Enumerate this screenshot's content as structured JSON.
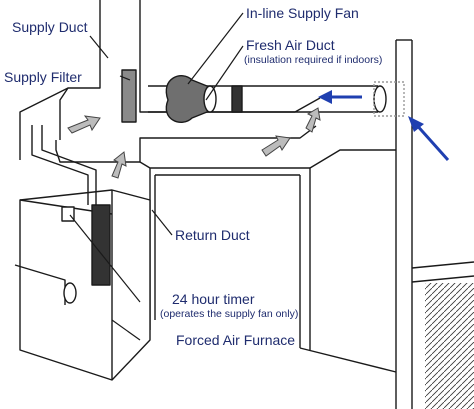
{
  "labels": {
    "supply_duct": "Supply Duct",
    "supply_filter": "Supply Filter",
    "inline_fan": "In-line Supply Fan",
    "fresh_air_duct": "Fresh Air Duct",
    "fresh_air_note": "(insulation required if indoors)",
    "return_duct": "Return Duct",
    "timer": "24 hour timer",
    "timer_note": "(operates the supply fan only)",
    "furnace": "Forced Air Furnace"
  },
  "colors": {
    "ink": "#1a1a1a",
    "label_text": "#1f2c6e",
    "airflow_arrow": "#1f3fb0",
    "soil_hatch": "#333333"
  },
  "icons": {
    "airflow": "arrow-icon",
    "timer": "timer-icon",
    "fan": "fan-icon"
  }
}
